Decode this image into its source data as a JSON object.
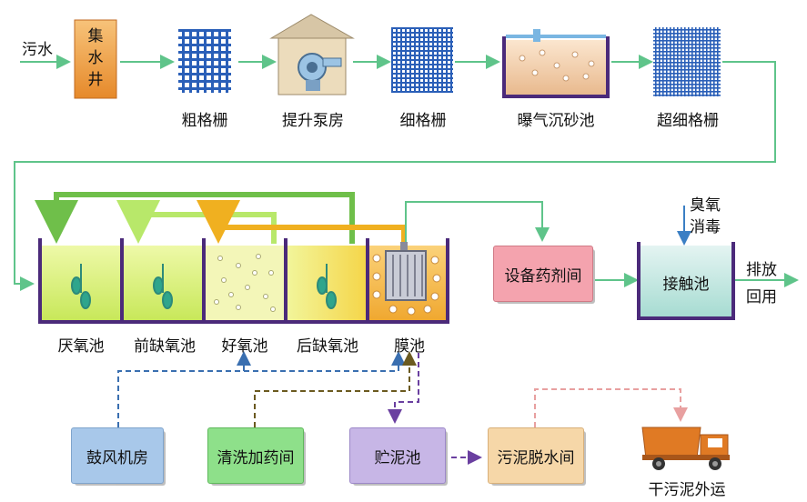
{
  "inflow": "污水",
  "collection_well": "集\n水\n井",
  "stages_top": [
    {
      "label": "粗格栅"
    },
    {
      "label": "提升泵房"
    },
    {
      "label": "细格栅"
    },
    {
      "label": "曝气沉砂池"
    },
    {
      "label": "超细格栅"
    }
  ],
  "tanks": [
    {
      "label": "厌氧池"
    },
    {
      "label": "前缺氧池"
    },
    {
      "label": "好氧池"
    },
    {
      "label": "后缺氧池"
    },
    {
      "label": "膜池"
    }
  ],
  "equipment_room": "设备药剂间",
  "ozone": "臭氧\n消毒",
  "contact_tank": "接触池",
  "outflow": "排放\n回用",
  "support": [
    {
      "label": "鼓风机房",
      "color": "#a8c8ea"
    },
    {
      "label": "清洗加药间",
      "color": "#8ee08a"
    },
    {
      "label": "贮泥池",
      "color": "#c7b6e6"
    },
    {
      "label": "污泥脱水间",
      "color": "#f6d7a8"
    }
  ],
  "truck_label": "干污泥外运",
  "colors": {
    "flow_line": "#5fc48a",
    "tank_wall": "#4b2a7a",
    "grid": "#2a5fb8",
    "blower_dash": "#3a6fb0",
    "clean_dash": "#6b5a20",
    "sludge_dash": "#6a3fa0",
    "dewater_dash": "#e8a0a0"
  }
}
